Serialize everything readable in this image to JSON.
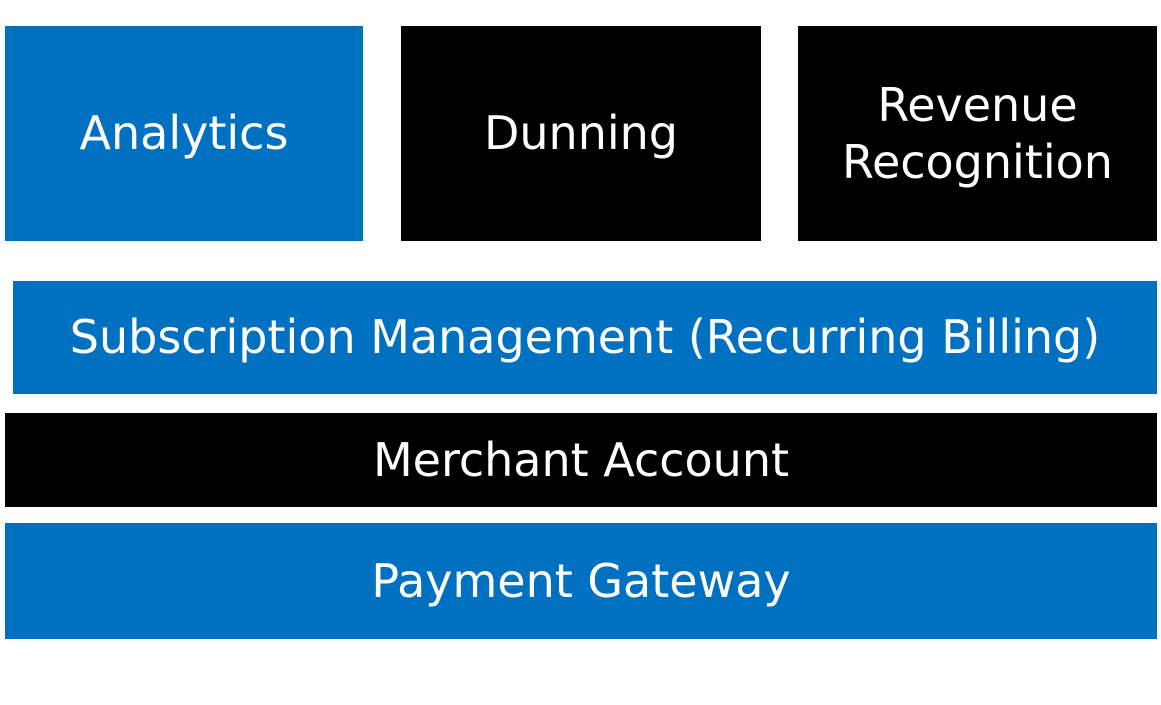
{
  "colors": {
    "blue": "#0070c0",
    "black": "#000000",
    "text": "#ffffff"
  },
  "blocks": {
    "analytics": "Analytics",
    "dunning": "Dunning",
    "revenue_recognition": [
      "Revenue",
      "Recognition"
    ],
    "subscription_management": "Subscription Management (Recurring Billing)",
    "merchant_account": "Merchant Account",
    "payment_gateway": "Payment Gateway"
  }
}
